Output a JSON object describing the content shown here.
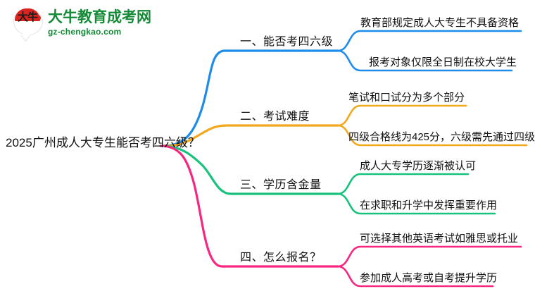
{
  "logo": {
    "mark_text": "大牛",
    "name": "大牛教育成考网",
    "url": "gz-chengkao.com",
    "brand_green": "#138a36",
    "brand_red": "#d9241f"
  },
  "mindmap": {
    "root": {
      "label": "2025广州成人大专生能否考四六级？"
    },
    "branches": [
      {
        "index": "1",
        "label": "一、能否考四六级",
        "color": "#1e8ce8",
        "children": [
          {
            "label": "教育部规定成人大专生不具备资格"
          },
          {
            "label": "报考对象仅限全日制在校大学生"
          }
        ]
      },
      {
        "index": "2",
        "label": "二、考试难度",
        "color": "#f2a81d",
        "children": [
          {
            "label": "笔试和口试分为多个部分"
          },
          {
            "label": "四级合格线为425分，六级需先通过四级"
          }
        ]
      },
      {
        "index": "3",
        "label": "三、学历含金量",
        "color": "#17c27c",
        "children": [
          {
            "label": "成人大专学历逐渐被认可"
          },
          {
            "label": "在求职和升学中发挥重要作用"
          }
        ]
      },
      {
        "index": "4",
        "label": "四、怎么报名？",
        "color": "#f8267f",
        "children": [
          {
            "label": "可选择其他英语考试如雅思或托业"
          },
          {
            "label": "参加成人高考或自考提升学历"
          }
        ]
      }
    ]
  }
}
